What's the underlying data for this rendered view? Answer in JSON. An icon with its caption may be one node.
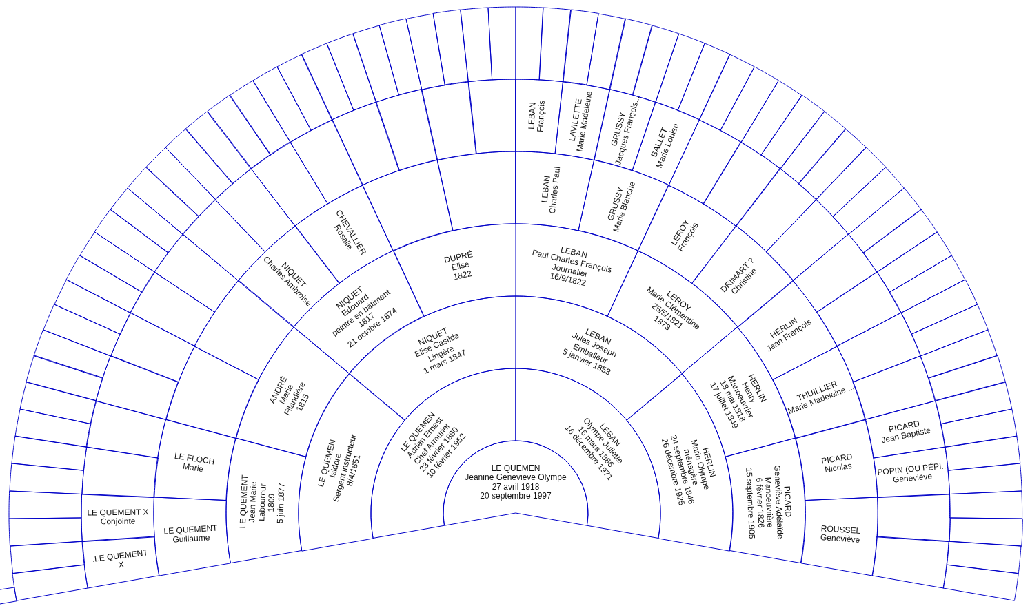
{
  "diagram": {
    "nodes": [
      {
        "text": [
          "LE QUEMEN",
          "Jeanine Geneviève Olympe",
          "27 avril 1918",
          "20 septembre 1997"
        ]
      },
      {
        "text": [
          "LE QUEMEN",
          "Adrien Ernest",
          "Chef Armurier",
          "23 février 1880",
          "10 février 1952"
        ]
      },
      {
        "text": [
          "LEBAN",
          "Olympe Juliette",
          "16 mars 1886",
          "16 décembre 1971"
        ]
      },
      {
        "text": [
          "LE QUEMEN",
          "Isidore",
          "Sergent instructeur",
          "8/4/1851"
        ]
      },
      {
        "text": [
          "NIQUET",
          "Elise Casilda",
          "Lingère",
          "1 mars 1847"
        ]
      },
      {
        "text": [
          "LEBAN",
          "Jules Joseph",
          "Emballeur",
          "5 janvier 1853"
        ]
      },
      {
        "text": [
          "HERLIN",
          "Marie Olympe",
          "ménagère",
          "24 septembre 1846",
          "26 décembre 1925"
        ]
      },
      {
        "text": [
          "LE QUEMENT",
          "Jean Marie",
          "Laboureur",
          "1809",
          "5 juin 1877"
        ]
      },
      {
        "text": [
          "ANDRÉ",
          "Marie",
          "Filandière",
          "1815"
        ]
      },
      {
        "text": [
          "NIQUET",
          "Edouard",
          "peintre en bâtiment",
          "1817",
          "21 octobre 1874"
        ]
      },
      {
        "text": [
          "DUPRÉ",
          "Elise",
          "1822"
        ]
      },
      {
        "text": [
          "LEBAN",
          "Paul Charles François",
          "Journalier",
          "16/9/1822"
        ]
      },
      {
        "text": [
          "LEROY",
          "Marie Clémentine",
          "25/5/1821",
          "1873"
        ]
      },
      {
        "text": [
          "HERLIN",
          "Henry",
          "Manoeuvrier",
          "18 mai 1818",
          "17 juillet 1849"
        ]
      },
      {
        "text": [
          "PICARD",
          "Geneviève Adélaïde",
          "Manoeuvrière",
          "6 février 1826",
          "15 septembre 1905"
        ]
      },
      {
        "text": [
          "LE QUEMENT",
          "Guillaume"
        ]
      },
      {
        "text": [
          "LE FLOCH",
          "Marie"
        ]
      },
      {
        "text": [],
        "shape": "box"
      },
      {
        "text": [],
        "shape": "box"
      },
      {
        "text": [
          "NIQUET",
          "Charles Ambroise"
        ]
      },
      {
        "text": [
          "CHEVALLIER",
          "Rosalie"
        ]
      },
      {
        "text": [],
        "shape": "box"
      },
      {
        "text": [],
        "shape": "box"
      },
      {
        "text": [
          "LEBAN",
          "Charles Paul"
        ]
      },
      {
        "text": [
          "GRUSSY",
          "Marie Blanche"
        ]
      },
      {
        "text": [
          "LEROY",
          "François"
        ]
      },
      {
        "text": [
          "DRIMART ?",
          "Christine"
        ]
      },
      {
        "text": [
          "HERLIN",
          "Jean François"
        ]
      },
      {
        "text": [
          "THUILLIER",
          "Marie Madeleine ..."
        ]
      },
      {
        "text": [
          "PICARD",
          "Nicolas"
        ]
      },
      {
        "text": [
          "ROUSSEL",
          "Geneviève"
        ]
      },
      {
        "text": [
          ".LE QUEMENT",
          "X"
        ]
      },
      {
        "text": [
          "LE QUEMENT X",
          "Conjointe"
        ]
      },
      {
        "text": [],
        "shape": "box"
      },
      {
        "text": [],
        "shape": "box"
      },
      {
        "text": [],
        "shape": "box"
      },
      {
        "text": [],
        "shape": "box"
      },
      {
        "text": [],
        "shape": "box"
      },
      {
        "text": [],
        "shape": "box"
      },
      {
        "text": [],
        "shape": "box"
      },
      {
        "text": [],
        "shape": "box"
      },
      {
        "text": [],
        "shape": "box"
      },
      {
        "text": [],
        "shape": "box"
      },
      {
        "text": [],
        "shape": "box"
      },
      {
        "text": [],
        "shape": "box"
      },
      {
        "text": [],
        "shape": "box"
      },
      {
        "text": [],
        "shape": "box"
      },
      {
        "text": [
          "LEBAN",
          "François"
        ]
      },
      {
        "text": [
          "LAVILETTE",
          "Marie Madeleine"
        ]
      },
      {
        "text": [
          "GRUSSY",
          "Jacques François..."
        ]
      },
      {
        "text": [
          "BALLET",
          "Marie Louise"
        ]
      },
      {
        "text": [],
        "shape": "box"
      },
      {
        "text": [],
        "shape": "box"
      },
      {
        "text": [],
        "shape": "box"
      },
      {
        "text": [],
        "shape": "box"
      },
      {
        "text": [],
        "shape": "box"
      },
      {
        "text": [],
        "shape": "box"
      },
      {
        "text": [],
        "shape": "box"
      },
      {
        "text": [],
        "shape": "box"
      },
      {
        "text": [
          "PICARD",
          "Jean Baptiste"
        ]
      },
      {
        "text": [
          "POPIN (OU PÉPI...",
          "Geneviève"
        ]
      },
      {
        "text": [],
        "shape": "box"
      },
      {
        "text": [],
        "shape": "box"
      },
      {
        "text": [],
        "shape": "box"
      },
      {
        "text": [],
        "shape": "box"
      },
      {
        "text": [],
        "shape": "box"
      },
      {
        "text": [],
        "shape": "box"
      },
      {
        "text": [],
        "shape": "box"
      },
      {
        "text": [],
        "shape": "box"
      },
      {
        "text": [],
        "shape": "box"
      },
      {
        "text": [],
        "shape": "box"
      },
      {
        "text": [],
        "shape": "box"
      },
      {
        "text": [],
        "shape": "box"
      },
      {
        "text": [],
        "shape": "box"
      },
      {
        "text": [],
        "shape": "box"
      },
      {
        "text": [],
        "shape": "box"
      },
      {
        "text": [],
        "shape": "box"
      },
      {
        "text": [],
        "shape": "box"
      },
      {
        "text": [],
        "shape": "box"
      },
      {
        "text": [],
        "shape": "box"
      },
      {
        "text": [],
        "shape": "box"
      },
      {
        "text": [],
        "shape": "box"
      },
      {
        "text": [],
        "shape": "box"
      },
      {
        "text": [],
        "shape": "box"
      },
      {
        "text": [],
        "shape": "box"
      },
      {
        "text": [],
        "shape": "box"
      },
      {
        "text": [],
        "shape": "box"
      },
      {
        "text": [],
        "shape": "box"
      },
      {
        "text": [],
        "shape": "box"
      },
      {
        "text": [],
        "shape": "box"
      },
      {
        "text": [],
        "shape": "box"
      },
      {
        "text": [],
        "shape": "box"
      },
      {
        "text": [],
        "shape": "box"
      },
      {
        "text": [],
        "shape": "box"
      },
      {
        "text": [],
        "shape": "box"
      },
      {
        "text": [],
        "shape": "box"
      },
      {
        "text": [],
        "shape": "box"
      },
      {
        "text": [],
        "shape": "box"
      },
      {
        "text": [],
        "shape": "box"
      },
      {
        "text": [],
        "shape": "box"
      },
      {
        "text": [],
        "shape": "box"
      },
      {
        "text": [],
        "shape": "box"
      },
      {
        "text": [],
        "shape": "box"
      },
      {
        "text": [],
        "shape": "box"
      },
      {
        "text": [],
        "shape": "box"
      },
      {
        "text": [],
        "shape": "box"
      },
      {
        "text": [],
        "shape": "box"
      },
      {
        "text": [],
        "shape": "box"
      },
      {
        "text": [],
        "shape": "box"
      },
      {
        "text": [],
        "shape": "box"
      },
      {
        "text": [],
        "shape": "box"
      },
      {
        "text": [],
        "shape": "box"
      },
      {
        "text": [],
        "shape": "box"
      },
      {
        "text": [],
        "shape": "box"
      },
      {
        "text": [],
        "shape": "box"
      },
      {
        "text": [],
        "shape": "box"
      },
      {
        "text": [],
        "shape": "box"
      },
      {
        "text": [],
        "shape": "box"
      },
      {
        "text": [],
        "shape": "box"
      },
      {
        "text": [],
        "shape": "box"
      },
      {
        "text": [],
        "shape": "box"
      },
      {
        "text": [],
        "shape": "box"
      },
      {
        "text": [],
        "shape": "box"
      },
      {
        "text": [],
        "shape": "box"
      },
      {
        "text": [],
        "shape": "box"
      },
      {
        "text": [],
        "shape": "box"
      },
      {
        "text": [],
        "shape": "box"
      },
      {
        "text": [],
        "shape": "box"
      }
    ]
  }
}
